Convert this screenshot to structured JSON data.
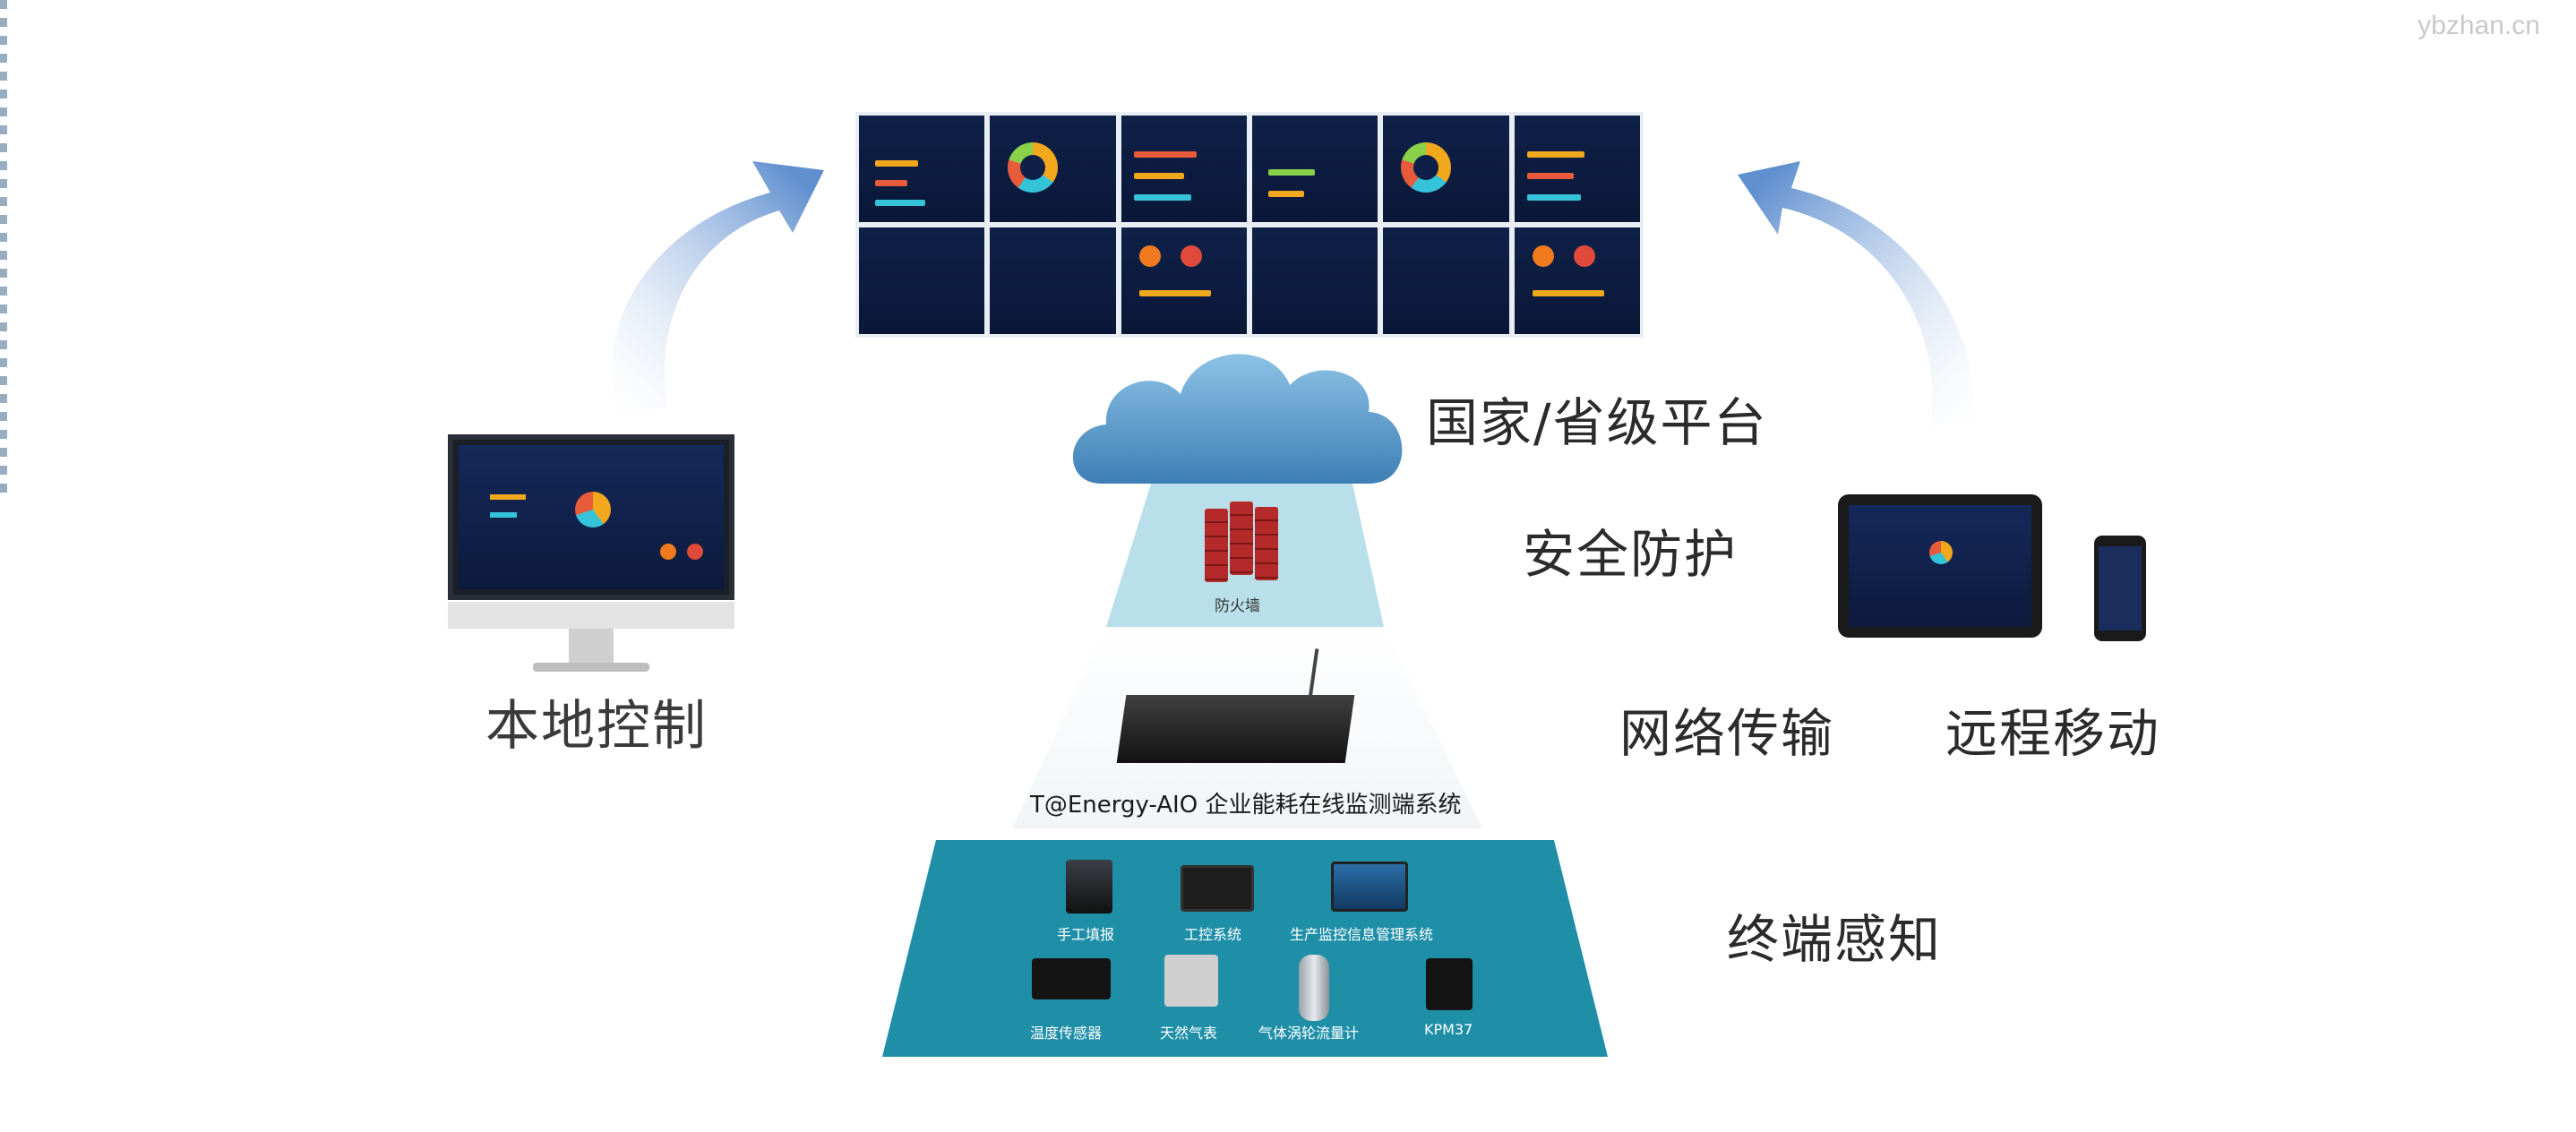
{
  "watermark": "ybzhan.cn",
  "labels": {
    "national_platform": "国家/省级平台",
    "security": "安全防护",
    "local_control": "本地控制",
    "network": "网络传输",
    "remote_mobile": "远程移动",
    "terminal": "终端感知",
    "firewall": "防火墙",
    "system": "T@Energy-AIO 企业能耗在线监测端系统"
  },
  "devices": [
    {
      "label": "手工填报",
      "icon": "server-rack-icon"
    },
    {
      "label": "工控系统",
      "icon": "industrial-display-icon"
    },
    {
      "label": "生产监控信息管理系统",
      "icon": "workstation-icon"
    },
    {
      "label": "温度传感器",
      "icon": "temperature-sensor-icon"
    },
    {
      "label": "天然气表",
      "icon": "gas-meter-icon"
    },
    {
      "label": "气体涡轮流量计",
      "icon": "turbine-flowmeter-icon"
    },
    {
      "label": "KPM37",
      "icon": "power-meter-icon"
    }
  ],
  "colors": {
    "terminal_band": "#1f8fa8",
    "security_band": "#b9e0ea",
    "arrow": "#5f8fcf",
    "cloud": "#5c97c5",
    "screen": "#0f2048"
  }
}
